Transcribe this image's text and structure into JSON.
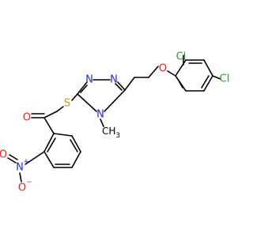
{
  "colors": {
    "bond": "#000000",
    "N": "#2323ff",
    "O": "#ff1a1a",
    "S": "#b8a000",
    "Cl": "#1fa81f",
    "C": "#000000"
  },
  "atoms": {
    "cl_top": "Cl",
    "cl_right": "Cl",
    "o_ether": "O",
    "n1": "N",
    "n2": "N",
    "n4": "N",
    "s": "S",
    "o_keto": "O",
    "n_nitro": "N",
    "n_nitro_charge": "+",
    "o_nitro_top": "O",
    "o_nitro_low": "O",
    "o_nitro_low_charge": "−",
    "methyl": "CH3"
  }
}
